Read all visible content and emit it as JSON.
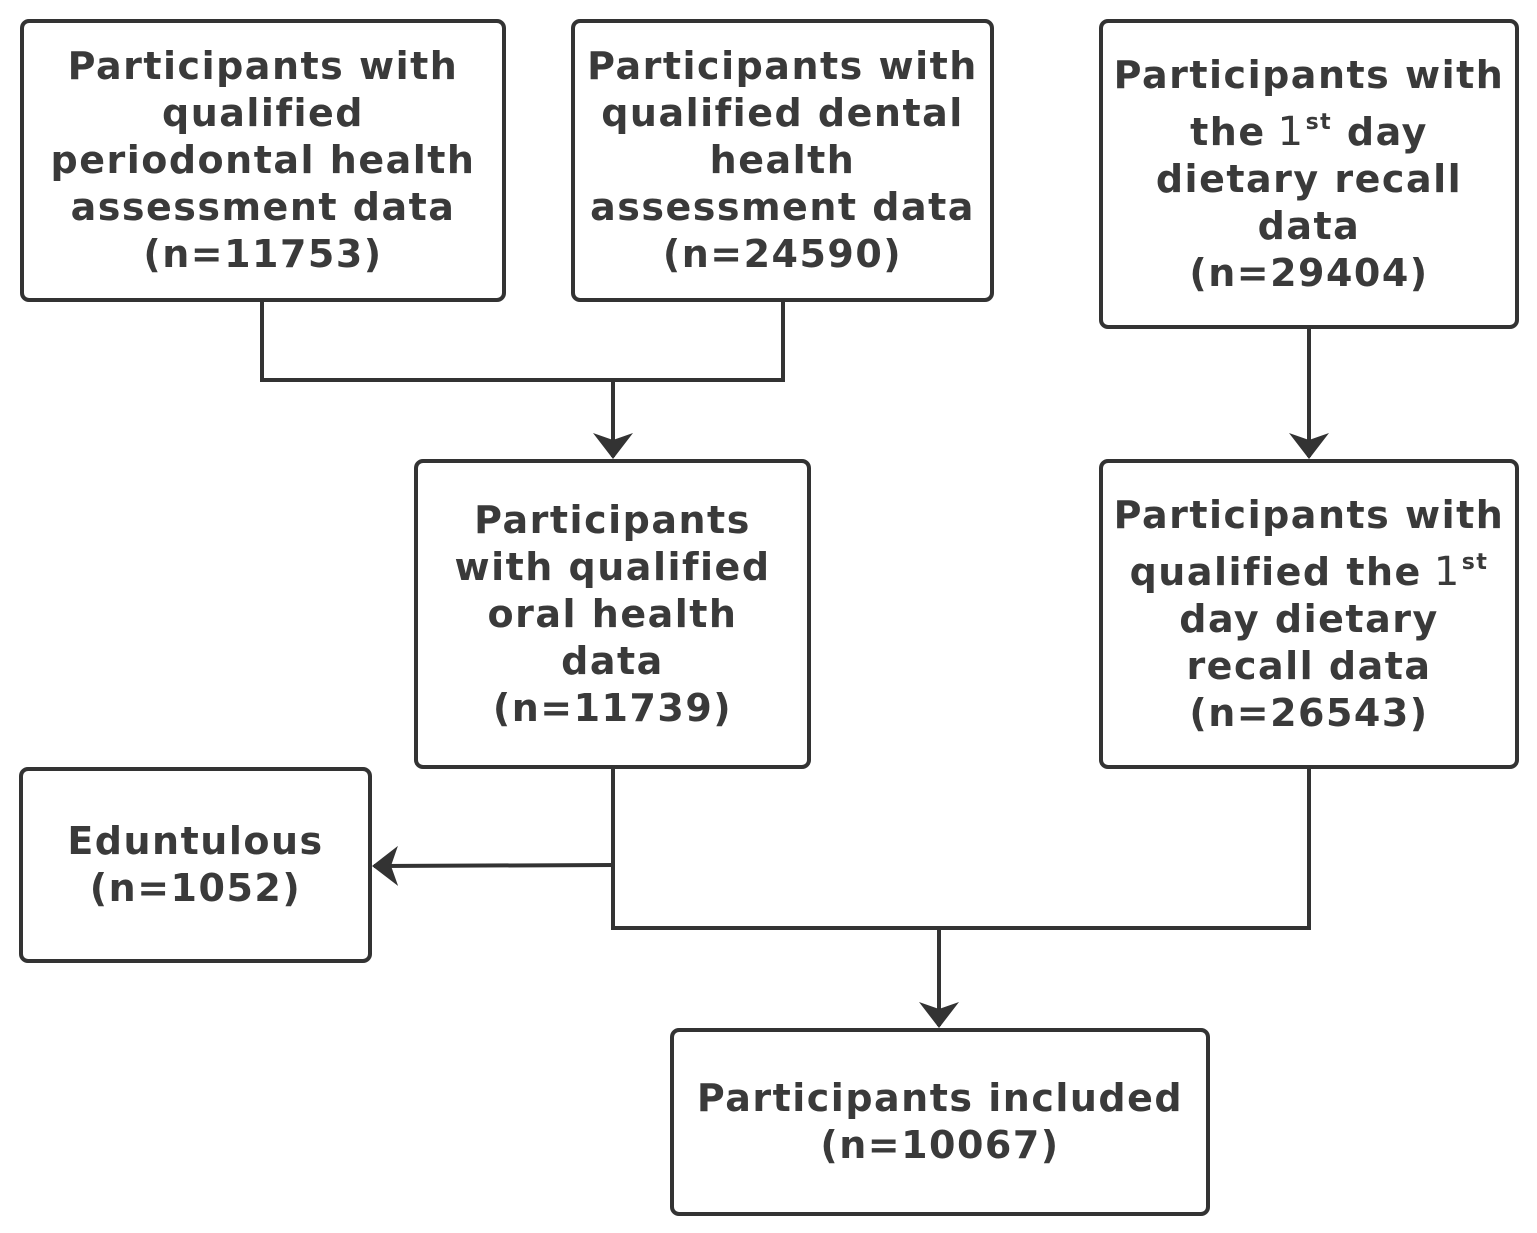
{
  "boxes": {
    "periodontal": {
      "lines": [
        "Participants with",
        "qualified",
        "periodontal health",
        "assessment data"
      ],
      "count": "(n=11753)"
    },
    "dental": {
      "lines": [
        "Participants with",
        "qualified dental",
        "health",
        "assessment data"
      ],
      "count": "(n=24590)"
    },
    "recall": {
      "line1": "Participants with",
      "line2_pre": "the",
      "ordinal_num": "1",
      "ordinal_suffix": "st",
      "line2_post": "day",
      "line3": "dietary recall",
      "line4": "data",
      "count": "(n=29404)"
    },
    "oral": {
      "lines": [
        "Participants",
        "with qualified",
        "oral health",
        "data"
      ],
      "count": "(n=11739)"
    },
    "recall_qualified": {
      "line1": "Participants with",
      "line2_pre": "qualified the",
      "ordinal_num": "1",
      "ordinal_suffix": "st",
      "line3": "day dietary",
      "line4": "recall data",
      "count": "(n=26543)"
    },
    "edentulous": {
      "label": "Eduntulous",
      "count": "(n=1052)"
    },
    "included": {
      "label": "Participants included",
      "count": "(n=10067)"
    }
  }
}
